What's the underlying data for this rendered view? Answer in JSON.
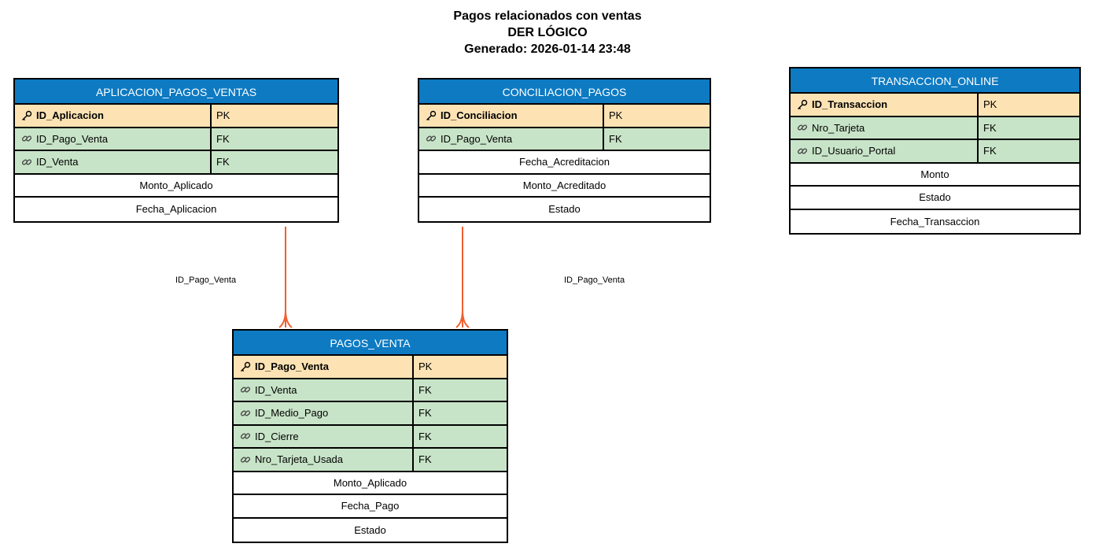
{
  "title": {
    "line1": "Pagos relacionados con ventas",
    "line2": "DER LÓGICO",
    "line3": "Generado: 2026-01-14 23:48"
  },
  "colors": {
    "header": "#0d7ac2",
    "pk_row": "#fde3b4",
    "fk_row": "#c8e4c8",
    "connector": "#f06030"
  },
  "entities": {
    "aplicacion": {
      "name": "APLICACION_PAGOS_VENTAS",
      "keys": [
        {
          "name": "ID_Aplicacion",
          "type": "PK",
          "icon": "key-icon"
        },
        {
          "name": "ID_Pago_Venta",
          "type": "FK",
          "icon": "link-icon"
        },
        {
          "name": "ID_Venta",
          "type": "FK",
          "icon": "link-icon"
        }
      ],
      "attributes": [
        "Monto_Aplicado",
        "Fecha_Aplicacion"
      ]
    },
    "conciliacion": {
      "name": "CONCILIACION_PAGOS",
      "keys": [
        {
          "name": "ID_Conciliacion",
          "type": "PK",
          "icon": "key-icon"
        },
        {
          "name": "ID_Pago_Venta",
          "type": "FK",
          "icon": "link-icon"
        }
      ],
      "attributes": [
        "Fecha_Acreditacion",
        "Monto_Acreditado",
        "Estado"
      ]
    },
    "transaccion": {
      "name": "TRANSACCION_ONLINE",
      "keys": [
        {
          "name": "ID_Transaccion",
          "type": "PK",
          "icon": "key-icon"
        },
        {
          "name": "Nro_Tarjeta",
          "type": "FK",
          "icon": "link-icon"
        },
        {
          "name": "ID_Usuario_Portal",
          "type": "FK",
          "icon": "link-icon"
        }
      ],
      "attributes": [
        "Monto",
        "Estado",
        "Fecha_Transaccion"
      ]
    },
    "pagos_venta": {
      "name": "PAGOS_VENTA",
      "keys": [
        {
          "name": "ID_Pago_Venta",
          "type": "PK",
          "icon": "key-icon"
        },
        {
          "name": "ID_Venta",
          "type": "FK",
          "icon": "link-icon"
        },
        {
          "name": "ID_Medio_Pago",
          "type": "FK",
          "icon": "link-icon"
        },
        {
          "name": "ID_Cierre",
          "type": "FK",
          "icon": "link-icon"
        },
        {
          "name": "Nro_Tarjeta_Usada",
          "type": "FK",
          "icon": "link-icon"
        }
      ],
      "attributes": [
        "Monto_Aplicado",
        "Fecha_Pago",
        "Estado"
      ]
    }
  },
  "relationships": [
    {
      "label": "ID_Pago_Venta",
      "from": "aplicacion",
      "to": "pagos_venta"
    },
    {
      "label": "ID_Pago_Venta",
      "from": "conciliacion",
      "to": "pagos_venta"
    }
  ]
}
